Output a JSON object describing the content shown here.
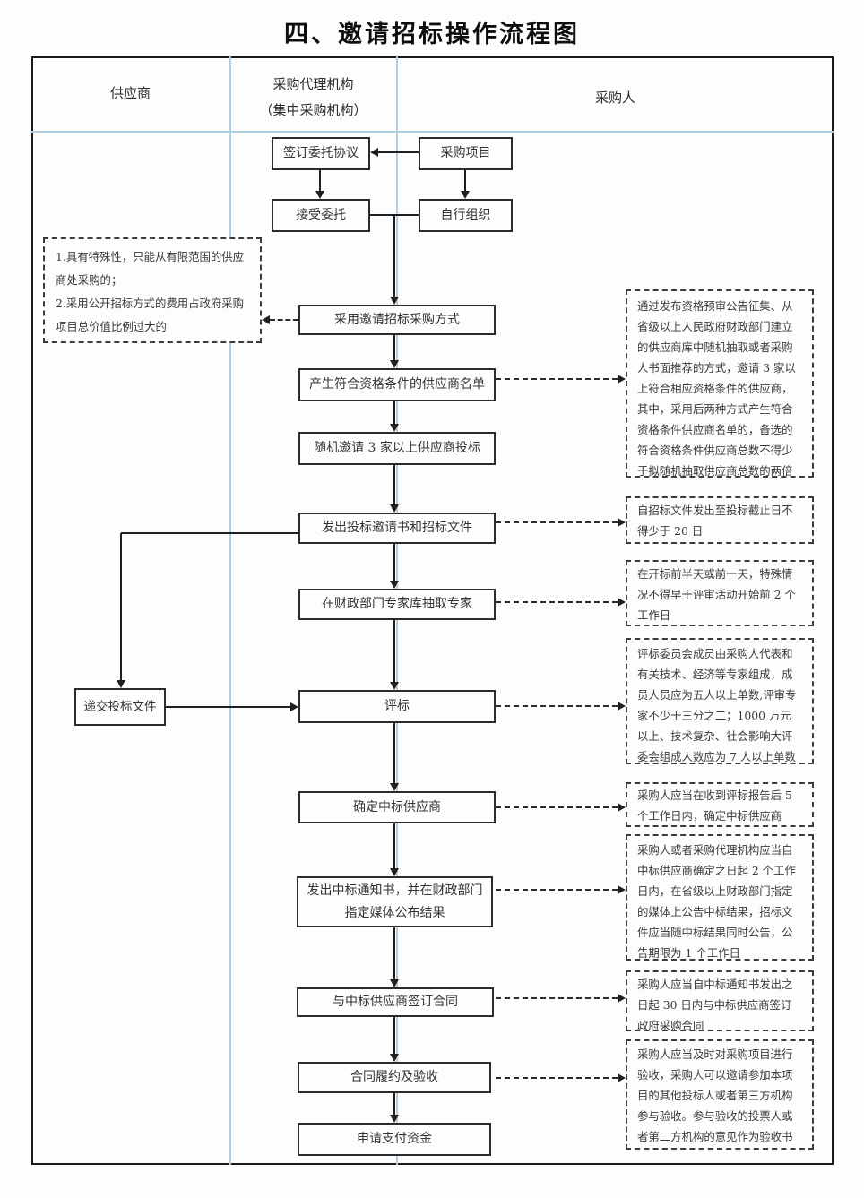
{
  "title": "四、邀请招标操作流程图",
  "columns": {
    "supplier": "供应商",
    "agency_line1": "采购代理机构",
    "agency_line2": "（集中采购机构）",
    "purchaser": "采购人"
  },
  "flow": {
    "sign_agreement": "签订委托协议",
    "procurement_project": "采购项目",
    "accept_entrust": "接受委托",
    "self_organize": "自行组织",
    "adopt_method": "采用邀请招标采购方式",
    "generate_list": "产生符合资格条件的供应商名单",
    "random_invite": "随机邀请 3 家以上供应商投标",
    "issue_invitation": "发出投标邀请书和招标文件",
    "draw_experts": "在财政部门专家库抽取专家",
    "submit_bid": "递交投标文件",
    "evaluate": "评标",
    "determine_winner": "确定中标供应商",
    "issue_notice": "发出中标通知书，并在财政部门指定媒体公布结果",
    "sign_contract": "与中标供应商签订合同",
    "perform_accept": "合同履约及验收",
    "apply_payment": "申请支付资金"
  },
  "notes": {
    "left": "1.具有特殊性，只能从有限范围的供应商处采购的；\n2.采用公开招标方式的费用占政府采购项目总价值比例过大的",
    "r1": "通过发布资格预审公告征集、从省级以上人民政府财政部门建立的供应商库中随机抽取或者采购人书面推荐的方式，邀请 3 家以上符合相应资格条件的供应商，其中，采用后两种方式产生符合资格条件供应商名单的，备选的符合资格条件供应商总数不得少于拟随机抽取供应商总数的两倍",
    "r2": "自招标文件发出至投标截止日不得少于 20 日",
    "r3": "在开标前半天或前一天，特殊情况不得早于评审活动开始前 2 个工作日",
    "r4": "评标委员会成员由采购人代表和有关技术、经济等专家组成，成员人员应为五人以上单数,评审专家不少于三分之二；1000 万元以上、技术复杂、社会影响大评委会组成人数应为 7 人以上单数",
    "r5": "采购人应当在收到评标报告后 5 个工作日内，确定中标供应商",
    "r6": "采购人或者采购代理机构应当自中标供应商确定之日起 2 个工作日内，在省级以上财政部门指定的媒体上公告中标结果，招标文件应当随中标结果同时公告，公告期限为 1 个工作日",
    "r7": "采购人应当自中标通知书发出之日起 30 日内与中标供应商签订政府采购合同",
    "r8": "采购人应当及时对采购项目进行验收，采购人可以邀请参加本项目的其他投标人或者第三方机构参与验收。参与验收的投票人或者第二方机构的意见作为验收书的参考资料，并存档"
  },
  "colors": {
    "divider_blue": "#b3cde0",
    "line_black": "#1f1f1f"
  }
}
